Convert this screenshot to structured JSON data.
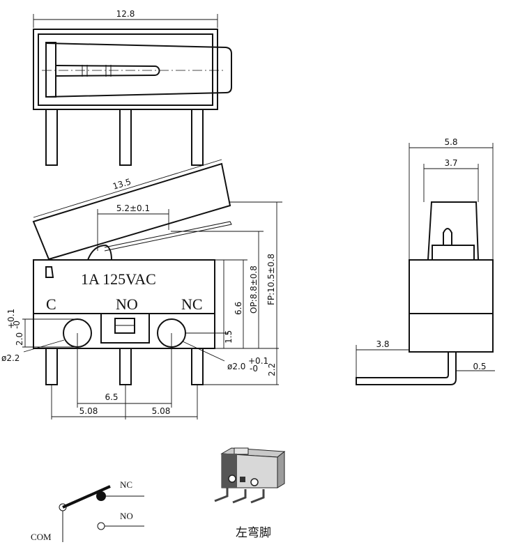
{
  "dims": {
    "width_12_8": "12.8",
    "lever_13_5": "13.5",
    "pitch_5_2": "5.2±0.1",
    "op_8_8": "OP:8.8±0.8",
    "fp_10_5": "FP:10.5±0.8",
    "h_6_6": "6.6",
    "h_1_5": "1.5",
    "h_2_2": "2.2",
    "d_2_0_left_main": "2.0",
    "d_2_0_left_tol_plus": "+0.1",
    "d_2_0_left_tol_minus": "-0",
    "d_2_2": "ø2.2",
    "d_2_0_right_main": "ø2.0",
    "d_2_0_right_tol_plus": "+0.1",
    "d_2_0_right_tol_minus": "-0",
    "pitch_6_5": "6.5",
    "pin_5_08_left": "5.08",
    "pin_5_08_right": "5.08",
    "side_5_8": "5.8",
    "side_3_7": "3.7",
    "side_3_8": "3.8",
    "side_0_5": "0.5"
  },
  "body_labels": {
    "rating": "1A  125VAC",
    "c": "C",
    "no": "NO",
    "nc": "NC"
  },
  "schematic": {
    "nc": "NC",
    "no": "NO",
    "com": "COM"
  },
  "photo_caption": "左弯脚"
}
